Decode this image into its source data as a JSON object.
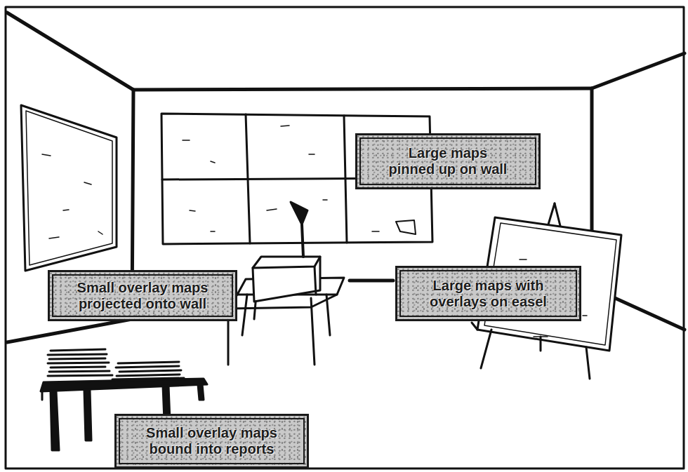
{
  "diagram": {
    "nodes": [
      {
        "text": [
          "Large maps pinned up on wall"
        ]
      },
      {
        "text": [
          "Small overlay maps projected onto wall"
        ]
      },
      {
        "text": [
          "Large maps with overlays on easel"
        ]
      },
      {
        "text": [
          "Small overlay maps bound into reports"
        ]
      }
    ]
  }
}
